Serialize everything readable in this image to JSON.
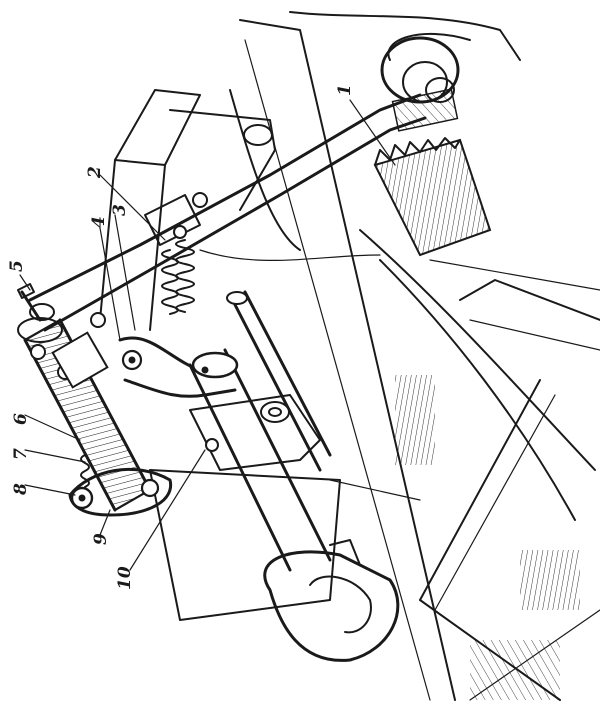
{
  "callouts": [
    {
      "id": "callout-1",
      "text": "1"
    },
    {
      "id": "callout-2",
      "text": "2"
    },
    {
      "id": "callout-3",
      "text": "3"
    },
    {
      "id": "callout-4",
      "text": "4"
    },
    {
      "id": "callout-5",
      "text": "5"
    },
    {
      "id": "callout-6",
      "text": "6"
    },
    {
      "id": "callout-7",
      "text": "7"
    },
    {
      "id": "callout-8",
      "text": "8"
    },
    {
      "id": "callout-9",
      "text": "9"
    },
    {
      "id": "callout-10",
      "text": "10"
    }
  ]
}
